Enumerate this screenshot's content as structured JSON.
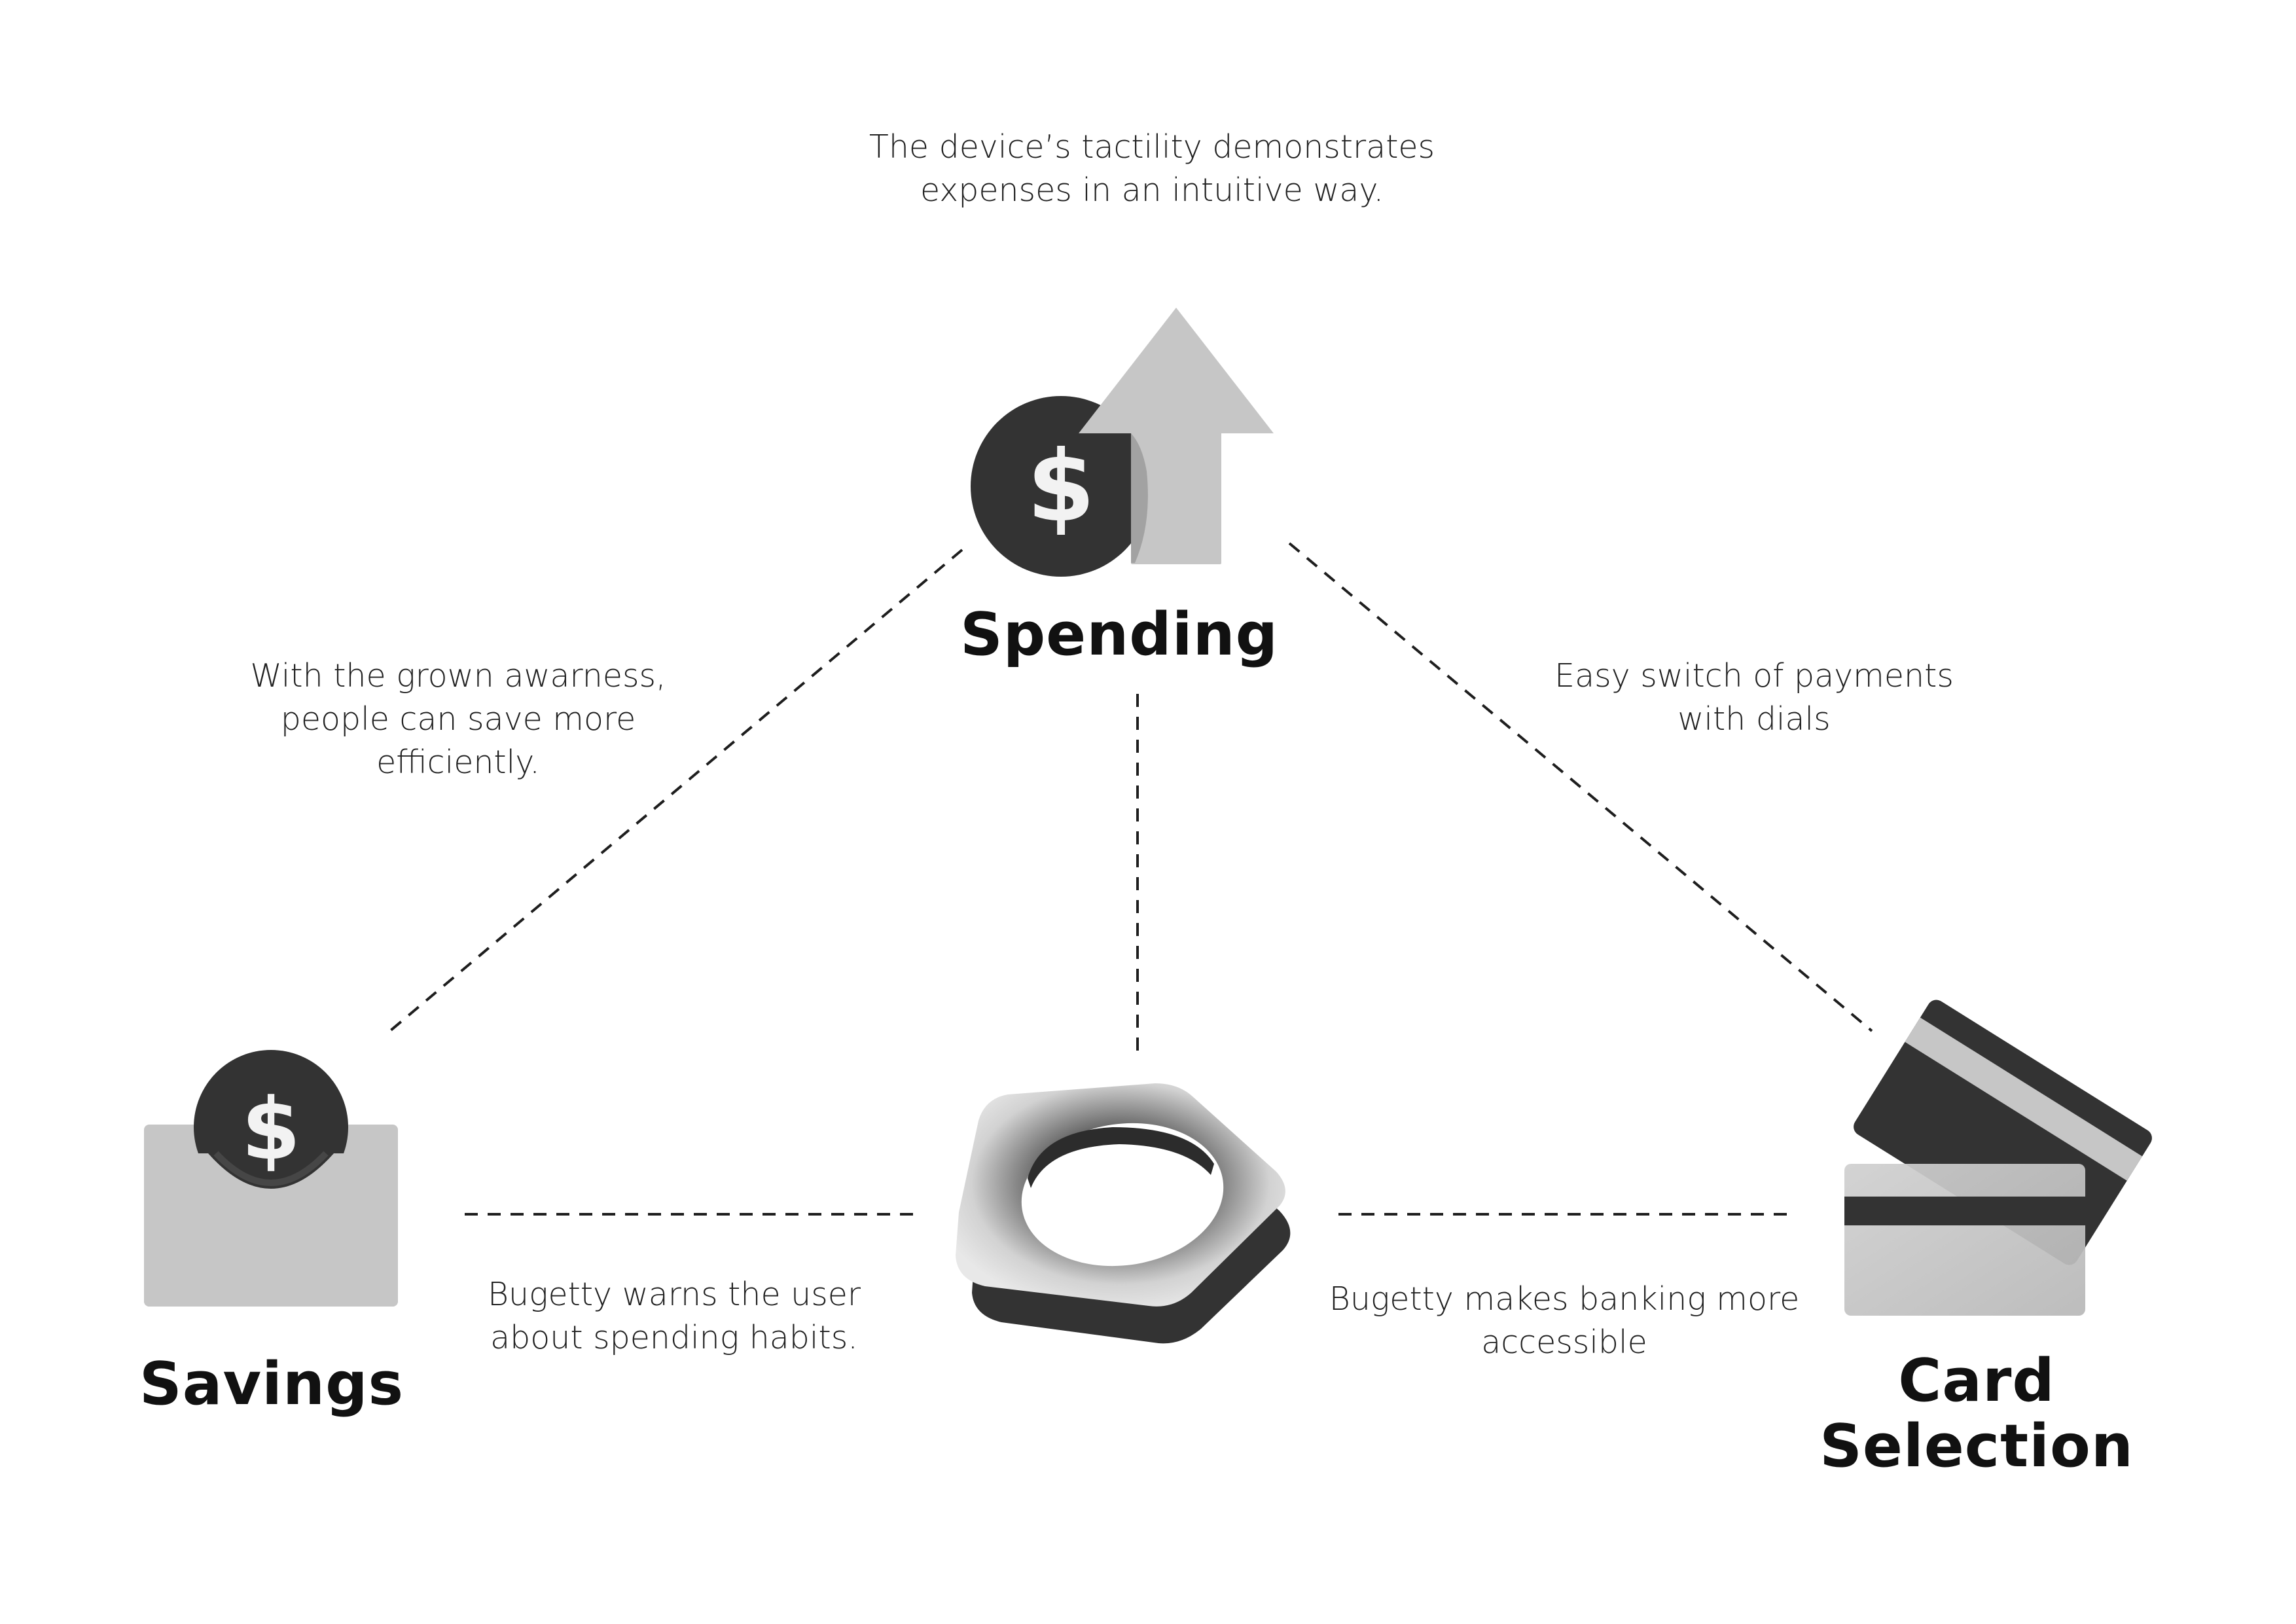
{
  "nodes": {
    "spending": {
      "label": "Spending",
      "symbol": "$"
    },
    "savings": {
      "label": "Savings",
      "symbol": "$"
    },
    "card_selection": {
      "label": "Card\nSelection"
    }
  },
  "annotations": {
    "spending": "The device’s tactility demonstrates\nexpenses in an intuitive way.",
    "savings_link": "With the grown awarness,\npeople can save more\nefficiently.",
    "card_link": "Easy switch of payments\nwith dials",
    "warns": "Bugetty warns the user\nabout spending habits.",
    "banking": "Bugetty makes banking more\naccessible"
  },
  "colors": {
    "dark": "#333333",
    "light": "#c6c6c6",
    "line": "#1e1e1e",
    "background": "#ffffff"
  }
}
